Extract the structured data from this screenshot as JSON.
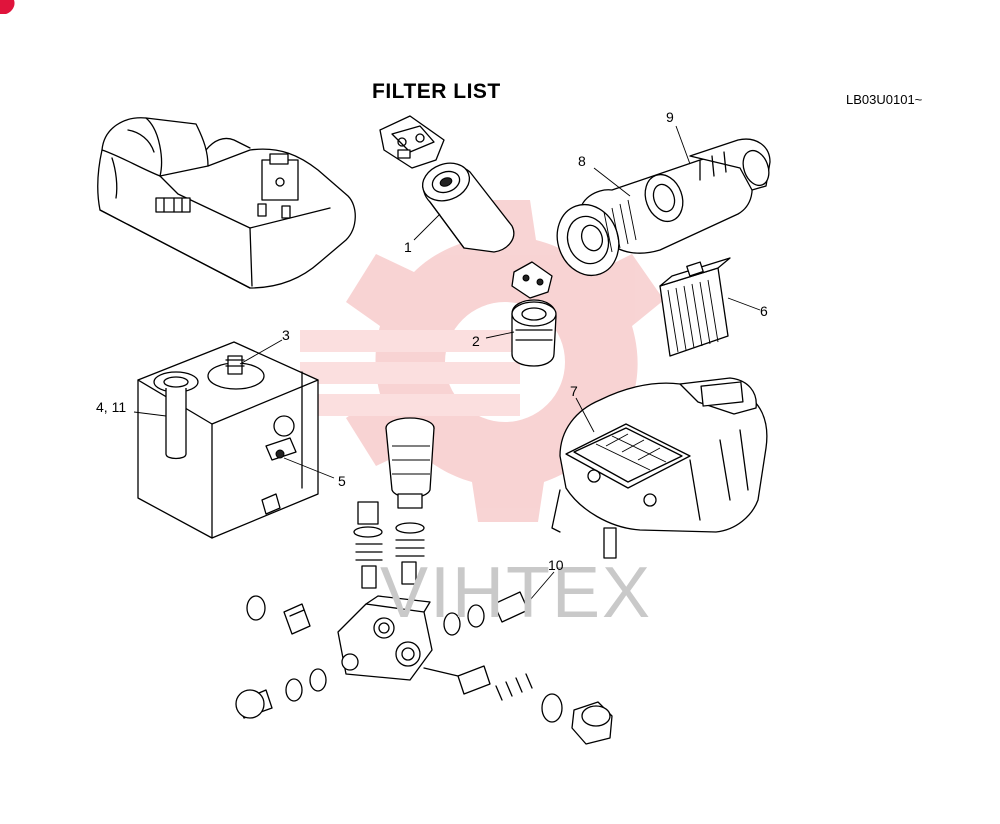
{
  "title": "FILTER LIST",
  "document_code": "LB03U0101~",
  "watermark": {
    "text": "VIHTEX",
    "gear_color": "#f7c9c9",
    "text_color": "#c9c9c9"
  },
  "callouts": {
    "c1": "1",
    "c2": "2",
    "c3": "3",
    "c4_11": "4, 11",
    "c5": "5",
    "c6": "6",
    "c7": "7",
    "c8": "8",
    "c9": "9",
    "c10": "10"
  },
  "corner_mark_color": "#e0143c"
}
